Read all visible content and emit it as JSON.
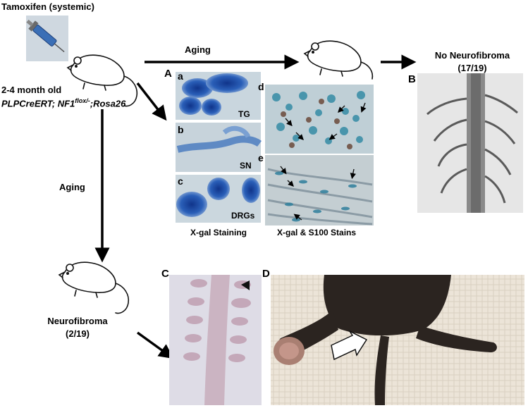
{
  "top": {
    "tamoxifen_label": "Tamoxifen (systemic)",
    "mouse_age": "2-4 month old",
    "genotype_main": "PLPCreERT; NF1",
    "genotype_sup": "flox/-",
    "genotype_tail": ";Rosa26",
    "aging_top": "Aging",
    "aging_left": "Aging"
  },
  "outcomes": {
    "no_nf_title": "No Neurofibroma",
    "no_nf_count": "(17/19)",
    "nf_title": "Neurofibroma",
    "nf_count": "(2/19)"
  },
  "panelA": {
    "label": "A",
    "sub_a": "a",
    "sub_b": "b",
    "sub_c": "c",
    "sub_d": "d",
    "sub_e": "e",
    "tg": "TG",
    "sn": "SN",
    "drgs": "DRGs",
    "xgal_caption": "X-gal Staining",
    "s100_caption": "X-gal & S100 Stains"
  },
  "panelB": {
    "label": "B"
  },
  "panelC": {
    "label": "C"
  },
  "panelD": {
    "label": "D"
  },
  "colors": {
    "xgal_blue": "#1f4fa8",
    "tissue_bg": "#c9d6de",
    "fur_dark": "#2b2420",
    "towel": "#ece4d8"
  }
}
